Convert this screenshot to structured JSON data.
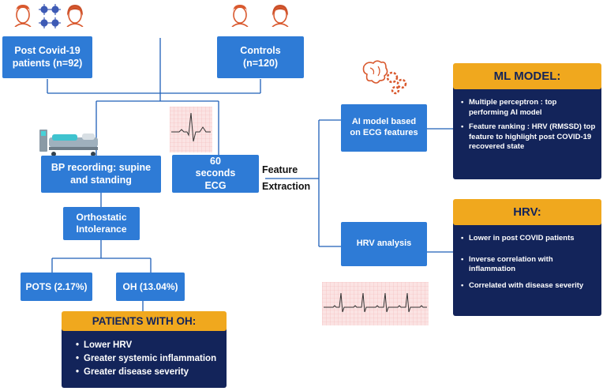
{
  "boxes": {
    "post_covid": "Post Covid-19 patients (n=92)",
    "controls": "Controls (n=120)",
    "bp": "BP recording: supine and standing",
    "ecg": "60 seconds ECG",
    "ortho": "Orthostatic Intolerance",
    "pots": "POTS (2.17%)",
    "oh": "OH (13.04%)",
    "ai": "AI model based on ECG features",
    "hrv_analysis": "HRV analysis"
  },
  "feature_extraction": [
    "Feature",
    "Extraction"
  ],
  "oh_panel": {
    "title": "PATIENTS WITH OH:",
    "items": [
      "Lower HRV",
      "Greater systemic inflammation",
      "Greater disease severity"
    ]
  },
  "ml_panel": {
    "title": "ML MODEL:",
    "items": [
      "Multiple perceptron : top performing AI model",
      "Feature ranking : HRV (RMSSD) top feature to highlight post COVID-19 recovered state"
    ]
  },
  "hrv_panel": {
    "title": "HRV:",
    "items": [
      "Lower in post COVID patients",
      "Inverse correlation with inflammation",
      "Correlated with disease severity"
    ]
  },
  "colors": {
    "box_blue": "#2e7bd6",
    "panel_navy": "#13245a",
    "header_gold": "#f0a81e",
    "line_blue": "#1e5fb8"
  },
  "icons": [
    "patient-face-icon",
    "coronavirus-icon",
    "hospital-bed-icon",
    "ecg-strip-icon",
    "brain-gears-icon"
  ]
}
